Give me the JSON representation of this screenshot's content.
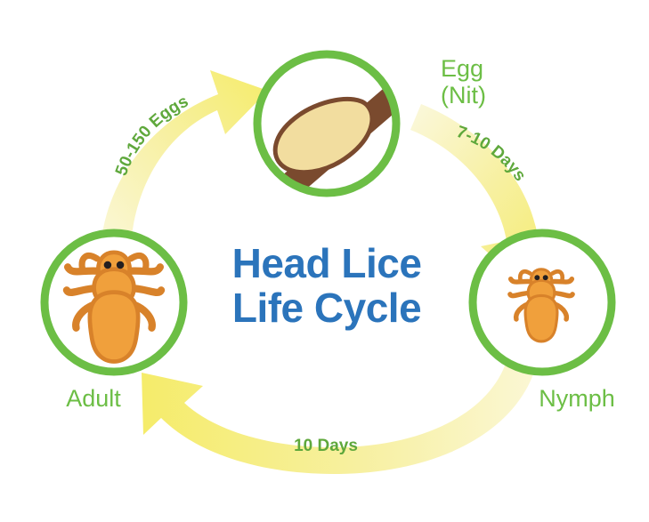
{
  "title": {
    "line1": "Head Lice",
    "line2": "Life Cycle",
    "color": "#2b74bb"
  },
  "colors": {
    "circle_stroke": "#6cbe45",
    "label_green": "#6cbe45",
    "arrow_label_green": "#5fa83c",
    "arrow_yellow_light": "#faf5c8",
    "arrow_yellow": "#f5ec70",
    "louse_body": "#f0a03c",
    "louse_outline": "#d8822a",
    "louse_eye": "#231f20",
    "egg_fill": "#f2dd9f",
    "egg_outline": "#7a4a2e",
    "hair_shaft": "#7a4a2e",
    "background": "#ffffff"
  },
  "stages": [
    {
      "id": "egg",
      "label_line1": "Egg",
      "label_line2": "(Nit)",
      "icon": "egg-nit-icon"
    },
    {
      "id": "nymph",
      "label_line1": "Nymph",
      "label_line2": "",
      "icon": "nymph-louse-icon"
    },
    {
      "id": "adult",
      "label_line1": "Adult",
      "label_line2": "",
      "icon": "adult-louse-icon"
    }
  ],
  "arrows": [
    {
      "id": "adult-to-egg",
      "label": "50-150 Eggs",
      "from": "adult",
      "to": "egg"
    },
    {
      "id": "egg-to-nymph",
      "label": "7-10 Days",
      "from": "egg",
      "to": "nymph"
    },
    {
      "id": "nymph-to-adult",
      "label": "10 Days",
      "from": "nymph",
      "to": "adult"
    }
  ]
}
